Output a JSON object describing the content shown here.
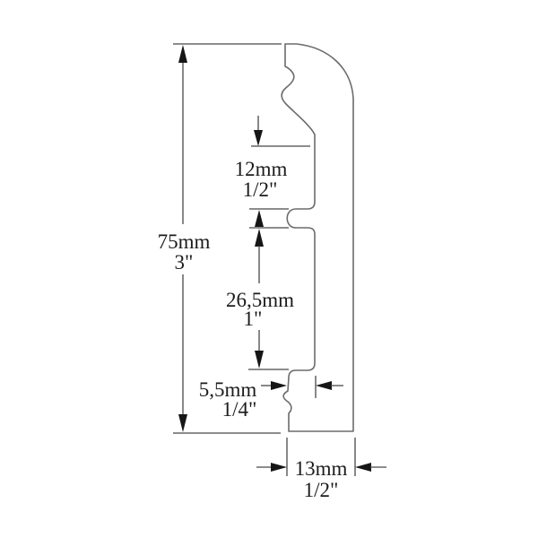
{
  "diagram": {
    "kind": "technical cross-section drawing",
    "subject": "baseboard molding profile with dimension callouts",
    "background_color": "#ffffff",
    "line_color": "#6b6b6b",
    "dimension_line_color": "#474747",
    "text_color": "#1b1b1b",
    "units": [
      "millimeters",
      "inches"
    ],
    "dimensions": {
      "overall_height": {
        "metric": "75mm",
        "imperial": "3\""
      },
      "top_section": {
        "metric": "12mm",
        "imperial": "1/2\""
      },
      "middle_section": {
        "metric": "26,5mm",
        "imperial": "1\""
      },
      "bottom_recess": {
        "metric": "5,5mm",
        "imperial": "1/4\""
      },
      "overall_thickness": {
        "metric": "13mm",
        "imperial": "1/2\""
      }
    }
  }
}
